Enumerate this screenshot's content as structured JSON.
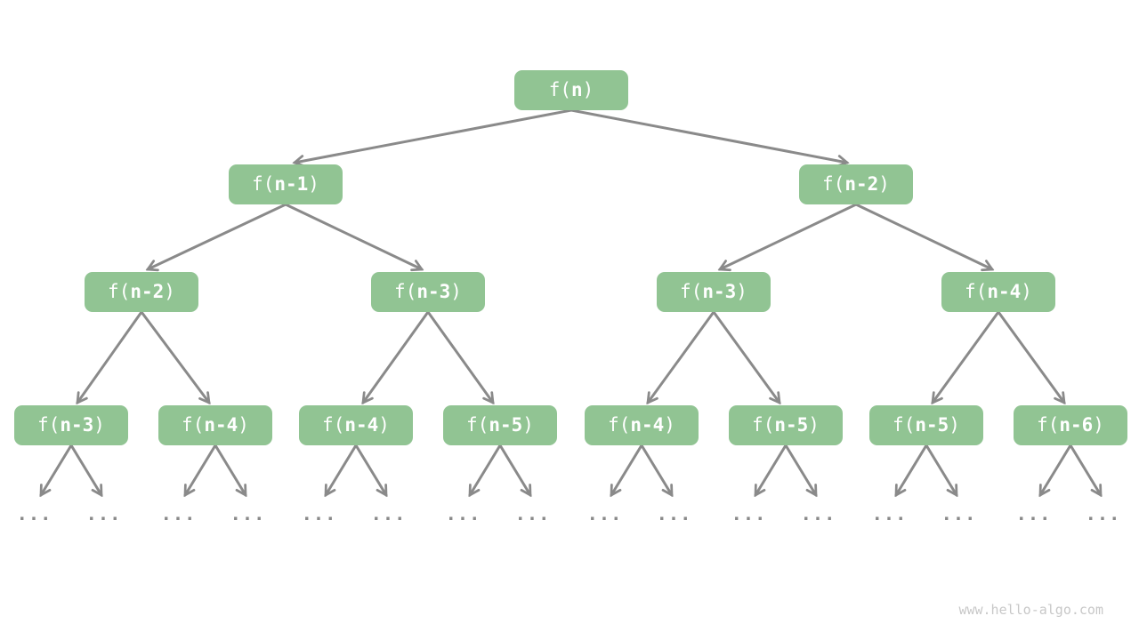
{
  "colors": {
    "background": "#FFFFFF",
    "node_fill": "#91C493",
    "node_text": "#FFFFFF",
    "arrow": "#8A8A8A",
    "ellipsis": "#8A8A8A",
    "watermark": "#C8C8C8"
  },
  "tree": {
    "description": "Recursion tree: each call f(n) branches into f(n-1) and f(n-2)",
    "nodes": [
      {
        "level": 1,
        "prefix": "f(",
        "arg": "n",
        "suffix": ")",
        "label": "f(n)"
      },
      {
        "level": 2,
        "prefix": "f(",
        "arg": "n-1",
        "suffix": ")",
        "label": "f(n-1)"
      },
      {
        "level": 2,
        "prefix": "f(",
        "arg": "n-2",
        "suffix": ")",
        "label": "f(n-2)"
      },
      {
        "level": 3,
        "prefix": "f(",
        "arg": "n-2",
        "suffix": ")",
        "label": "f(n-2)"
      },
      {
        "level": 3,
        "prefix": "f(",
        "arg": "n-3",
        "suffix": ")",
        "label": "f(n-3)"
      },
      {
        "level": 3,
        "prefix": "f(",
        "arg": "n-3",
        "suffix": ")",
        "label": "f(n-3)"
      },
      {
        "level": 3,
        "prefix": "f(",
        "arg": "n-4",
        "suffix": ")",
        "label": "f(n-4)"
      },
      {
        "level": 4,
        "prefix": "f(",
        "arg": "n-3",
        "suffix": ")",
        "label": "f(n-3)"
      },
      {
        "level": 4,
        "prefix": "f(",
        "arg": "n-4",
        "suffix": ")",
        "label": "f(n-4)"
      },
      {
        "level": 4,
        "prefix": "f(",
        "arg": "n-4",
        "suffix": ")",
        "label": "f(n-4)"
      },
      {
        "level": 4,
        "prefix": "f(",
        "arg": "n-5",
        "suffix": ")",
        "label": "f(n-5)"
      },
      {
        "level": 4,
        "prefix": "f(",
        "arg": "n-4",
        "suffix": ")",
        "label": "f(n-4)"
      },
      {
        "level": 4,
        "prefix": "f(",
        "arg": "n-5",
        "suffix": ")",
        "label": "f(n-5)"
      },
      {
        "level": 4,
        "prefix": "f(",
        "arg": "n-5",
        "suffix": ")",
        "label": "f(n-5)"
      },
      {
        "level": 4,
        "prefix": "f(",
        "arg": "n-6",
        "suffix": ")",
        "label": "f(n-6)"
      }
    ],
    "edges": [
      [
        0,
        1
      ],
      [
        0,
        2
      ],
      [
        1,
        3
      ],
      [
        1,
        4
      ],
      [
        2,
        5
      ],
      [
        2,
        6
      ],
      [
        3,
        7
      ],
      [
        3,
        8
      ],
      [
        4,
        9
      ],
      [
        4,
        10
      ],
      [
        5,
        11
      ],
      [
        5,
        12
      ],
      [
        6,
        13
      ],
      [
        6,
        14
      ]
    ],
    "ellipsis_label": "...",
    "ellipsis_count": 16
  },
  "watermark": {
    "text": "www.hello-algo.com"
  }
}
